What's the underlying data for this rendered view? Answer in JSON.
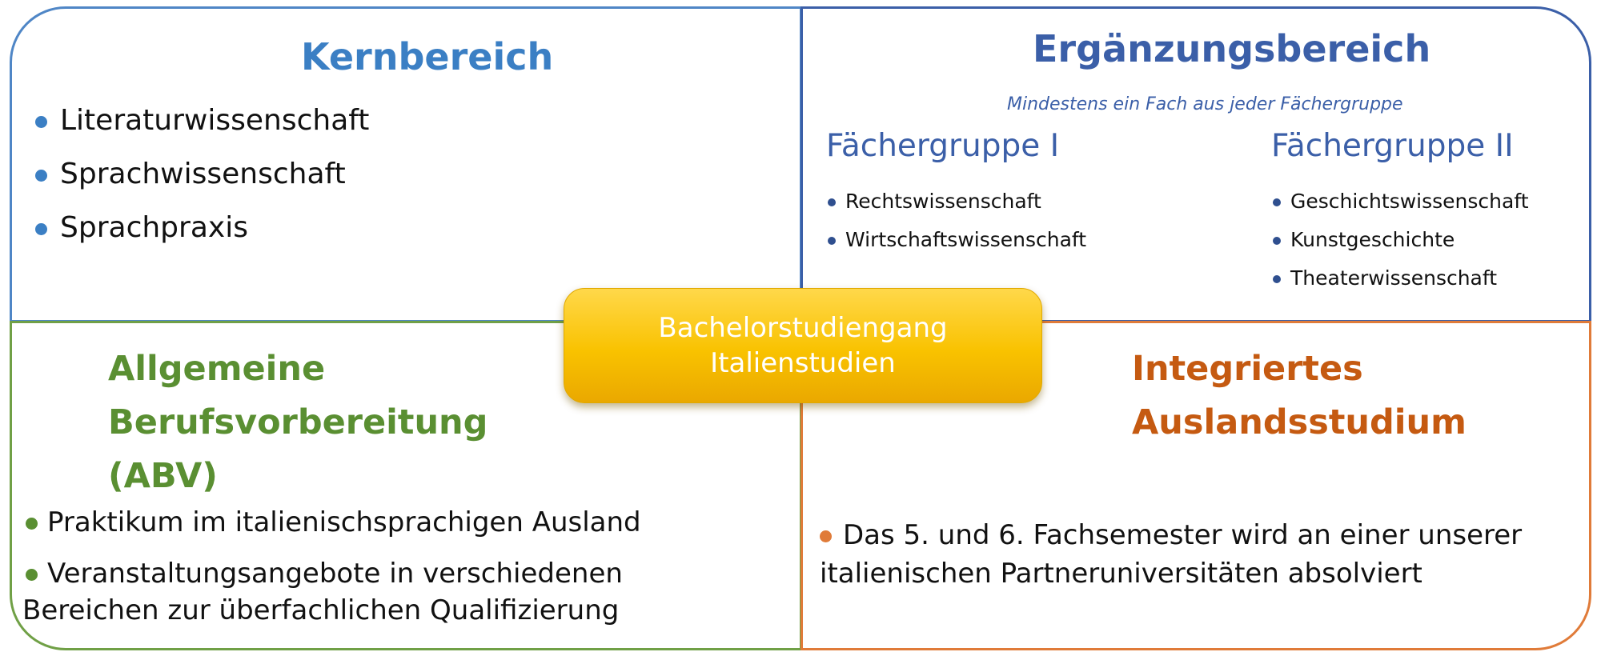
{
  "center": {
    "line1": "Bachelorstudiengang",
    "line2": "Italienstudien"
  },
  "core": {
    "title": "Kernbereich",
    "color": "#3b7fc4",
    "items": [
      "Literaturwissenschaft",
      "Sprachwissenschaft",
      "Sprachpraxis"
    ]
  },
  "supplementary": {
    "title": "Ergänzungsbereich",
    "note": "Mindestens ein Fach aus jeder Fächergruppe",
    "color": "#3b5fa8",
    "group1": {
      "title": "Fächergruppe I",
      "items": [
        "Rechtswissenschaft",
        "Wirtschaftswissenschaft"
      ]
    },
    "group2": {
      "title": "Fächergruppe II",
      "items": [
        "Geschichtswissenschaft",
        "Kunstgeschichte",
        "Theaterwissenschaft"
      ]
    }
  },
  "abv": {
    "title_line1": "Allgemeine",
    "title_line2": "Berufsvorbereitung",
    "title_line3": "(ABV)",
    "color": "#5a8f32",
    "item1": "Praktikum im italienischsprachigen Ausland",
    "item2_line1": "Veranstaltungsangebote in verschiedenen",
    "item2_line2": "Bereichen zur überfachlichen Qualifizierung"
  },
  "abroad": {
    "title_line1": "Integriertes",
    "title_line2": "Auslandsstudium",
    "color": "#c55a11",
    "text_line1": "Das 5. und 6. Fachsemester wird an einer unserer",
    "text_line2": "italienischen Partneruniversitäten absolviert"
  }
}
